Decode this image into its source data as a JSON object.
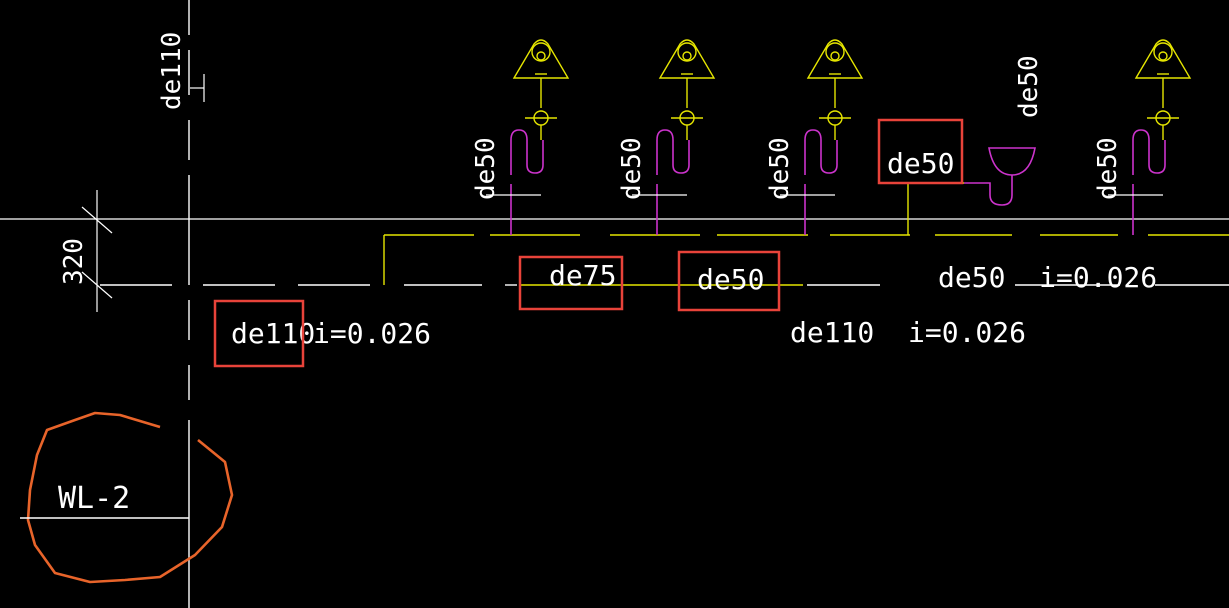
{
  "drawing": {
    "colors": {
      "background": "#000000",
      "white_line": "#ffffff",
      "yellow_line": "#e6e600",
      "magenta": "#cc33cc",
      "red_box": "#e8433a",
      "orange_cloud": "#e8642a"
    },
    "labels": {
      "riser_size": "de110",
      "dimension": "320",
      "branch_size_fixture": "de50",
      "highlight_de50_top": "de50",
      "basin_size": "de50",
      "main_de75": "de75",
      "main_de50": "de50",
      "right_branch": "de50  i=0.026",
      "left_main": "de110",
      "left_slope": "i=0.026",
      "main_long": "de110  i=0.026",
      "riser_tag": "WL-2"
    },
    "icons": {
      "fixture_symbol": "urinal-flush-valve-icon",
      "trap_symbol": "s-trap-icon",
      "basin_symbol": "floor-basin-icon",
      "revision_cloud": "revision-cloud-icon"
    }
  }
}
